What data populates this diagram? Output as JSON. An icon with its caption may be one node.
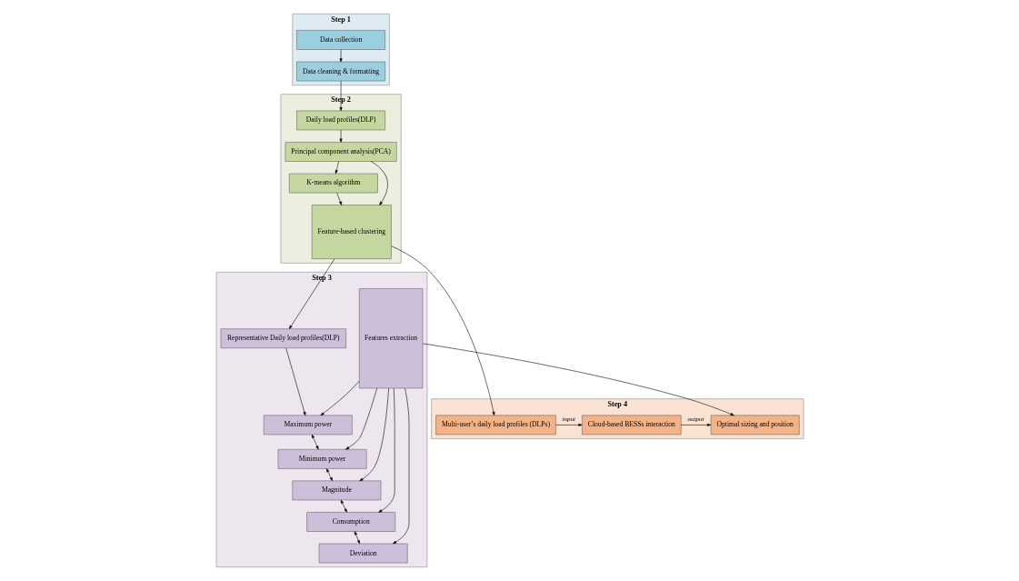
{
  "diagram": {
    "nodes": [
      {
        "text": [
          "Step 1"
        ]
      },
      {
        "text": [
          "Data collection"
        ],
        "in": 0
      },
      {
        "text": [
          "Data cleaning & formatting"
        ],
        "in": 0
      },
      {
        "text": [
          "Step 2"
        ]
      },
      {
        "text": [
          "Daily load profiles(DLP)"
        ],
        "in": 3
      },
      {
        "text": [
          "Principal component analysis(PCA)"
        ],
        "in": 3
      },
      {
        "text": [
          "K-means algorithm"
        ],
        "in": 3
      },
      {
        "text": [
          "Feature-based clustering"
        ],
        "in": 3
      },
      {
        "text": [
          "Step 3"
        ]
      },
      {
        "text": [
          "Representative Daily load profiles(DLP)"
        ],
        "in": 8
      },
      {
        "text": [
          "Maximum power"
        ],
        "in": 8
      },
      {
        "text": [
          "Minimum power"
        ],
        "in": 8
      },
      {
        "text": [
          "Magnitude"
        ],
        "in": 8
      },
      {
        "text": [
          "Consumption"
        ],
        "in": 8
      },
      {
        "text": [
          "Deviation"
        ],
        "in": 8
      },
      {
        "text": [
          "Features extraction"
        ],
        "in": 8
      },
      {
        "text": [
          "Step 4"
        ]
      },
      {
        "text": [
          "Multi-user’s daily load profiles (DLPs)"
        ],
        "in": 16
      },
      {
        "text": [
          "Cloud-based BESSs interaction"
        ],
        "in": 16
      },
      {
        "text": [
          "Optimal sizing and position"
        ],
        "in": 16
      }
    ],
    "edges": [
      {
        "from": 1,
        "to": 2,
        "arrow": "to"
      },
      {
        "from": 2,
        "to": 4,
        "arrow": "to"
      },
      {
        "from": 4,
        "to": 5,
        "arrow": "to"
      },
      {
        "from": 5,
        "to": 6,
        "arrow": "to"
      },
      {
        "from": 5,
        "to": 7,
        "arrow": "to"
      },
      {
        "from": 6,
        "to": 7,
        "arrow": "to"
      },
      {
        "from": 7,
        "to": 9,
        "arrow": "to"
      },
      {
        "from": 9,
        "to": 10,
        "arrow": "to"
      },
      {
        "from": 10,
        "to": 11,
        "arrow": "both"
      },
      {
        "from": 11,
        "to": 12,
        "arrow": "both"
      },
      {
        "from": 12,
        "to": 13,
        "arrow": "both"
      },
      {
        "from": 13,
        "to": 14,
        "arrow": "both"
      },
      {
        "from": 15,
        "to": 10,
        "arrow": "to"
      },
      {
        "from": 15,
        "to": 11,
        "arrow": "to"
      },
      {
        "from": 15,
        "to": 12,
        "arrow": "to"
      },
      {
        "from": 15,
        "to": 13,
        "arrow": "to"
      },
      {
        "from": 15,
        "to": 14,
        "arrow": "to"
      },
      {
        "from": 7,
        "to": 17,
        "arrow": "to"
      },
      {
        "from": 15,
        "to": 19,
        "arrow": "to"
      },
      {
        "from": 17,
        "to": 18,
        "arrow": "to",
        "label": "input"
      },
      {
        "from": 18,
        "to": 19,
        "arrow": "to",
        "label": "output"
      }
    ]
  }
}
